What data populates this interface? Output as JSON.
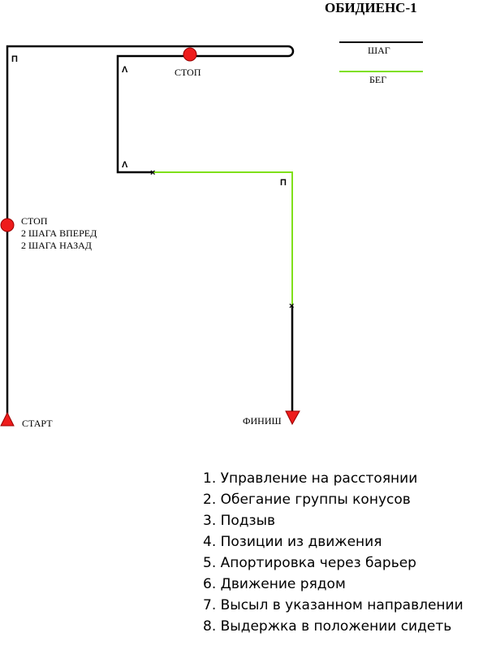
{
  "title": "ОБИДИЕНС-1",
  "legend": {
    "walk_label": "ШАГ",
    "walk_color": "#000000",
    "run_label": "БЕГ",
    "run_color": "#7FE01A"
  },
  "route_labels": {
    "start": "СТАРТ",
    "finish": "ФИНИШ",
    "stop_top": "СТОП",
    "stop_left_line1": "СТОП",
    "stop_left_line2": "2 ШАГА ВПЕРЕД",
    "stop_left_line3": "2 ШАГА НАЗАД"
  },
  "turn_marks": {
    "right_turn": "П",
    "left_turn": "Λ",
    "change": "×"
  },
  "colors": {
    "stop_marker": "#EE1C1C",
    "start_finish_marker": "#EE1C1C"
  },
  "exercises": [
    "1. Управление на расстоянии",
    "2. Обегание группы конусов",
    "3. Подзыв",
    "4. Позиции из движения",
    "5. Апортировка через барьер",
    "6. Движение рядом",
    "7. Высыл в указанном направлении",
    "8. Выдержка в положении сидеть"
  ]
}
